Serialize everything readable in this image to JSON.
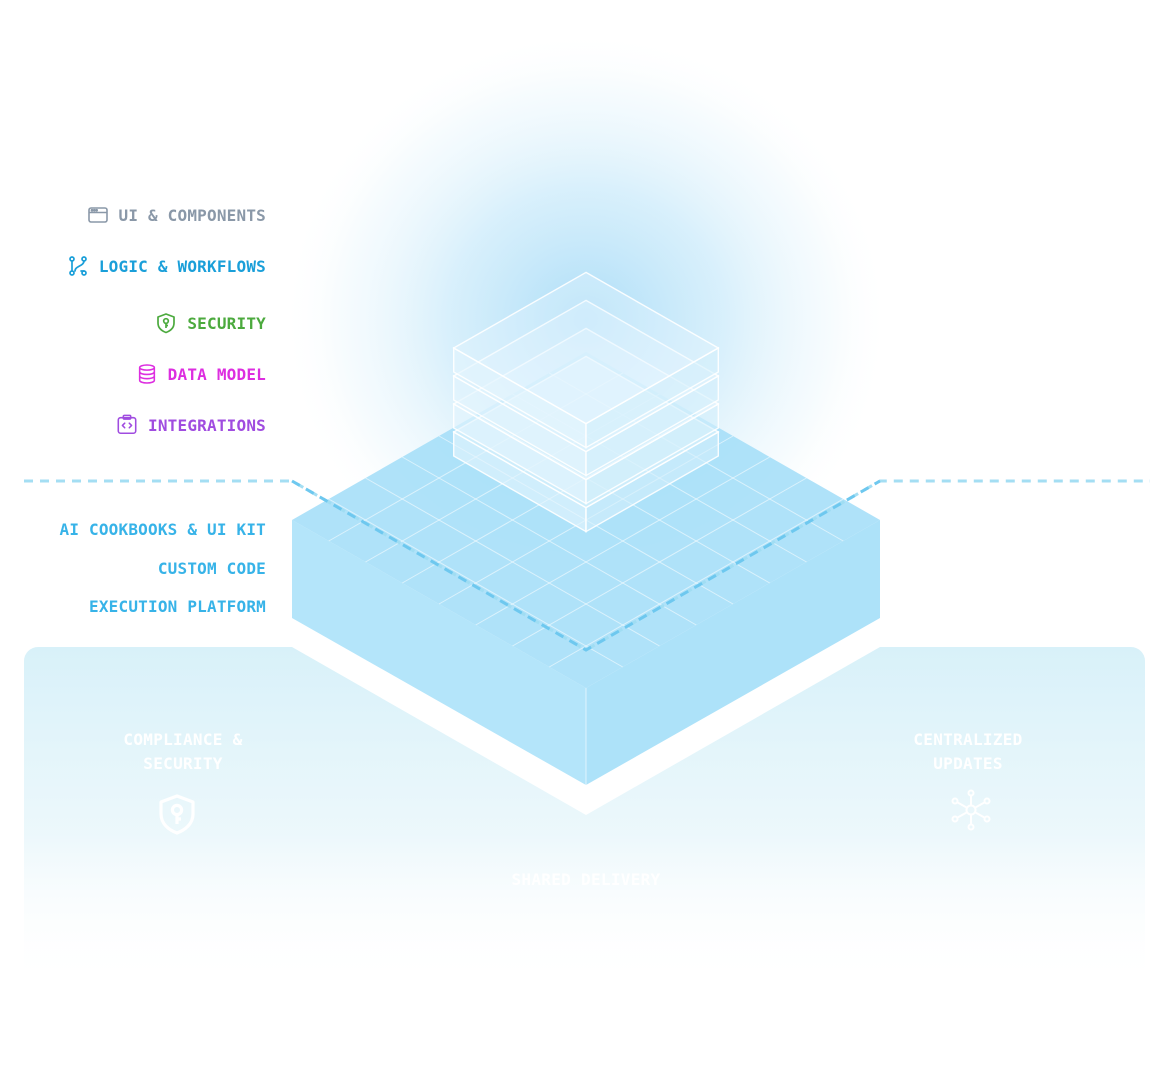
{
  "layers": [
    {
      "label": "UI & COMPONENTS",
      "icon": "browser-window-icon",
      "color": "#8a98a8"
    },
    {
      "label": "LOGIC & WORKFLOWS",
      "icon": "workflow-branch-icon",
      "color": "#1a9fd9"
    },
    {
      "label": "SECURITY",
      "icon": "shield-key-icon",
      "color": "#4caa3e"
    },
    {
      "label": "DATA MODEL",
      "icon": "database-icon",
      "color": "#dd2ee0"
    },
    {
      "label": "INTEGRATIONS",
      "icon": "code-plugin-icon",
      "color": "#a04ce0"
    }
  ],
  "base_layers": [
    {
      "label": "AI COOKBOOKS & UI KIT"
    },
    {
      "label": "CUSTOM CODE"
    },
    {
      "label": "EXECUTION PLATFORM"
    }
  ],
  "features": {
    "compliance": {
      "label": "COMPLIANCE & SECURITY",
      "icon": "shield-key-icon"
    },
    "updates": {
      "label": "CENTRALIZED UPDATES",
      "icon": "network-hub-icon"
    },
    "delivery": {
      "label": "SHARED DELIVERY"
    }
  },
  "colors": {
    "accent": "#37b3e8",
    "platform_top": "#a6dff8",
    "platform_side": "#b5e6fa",
    "dashed_line": "#9fdcf2"
  }
}
